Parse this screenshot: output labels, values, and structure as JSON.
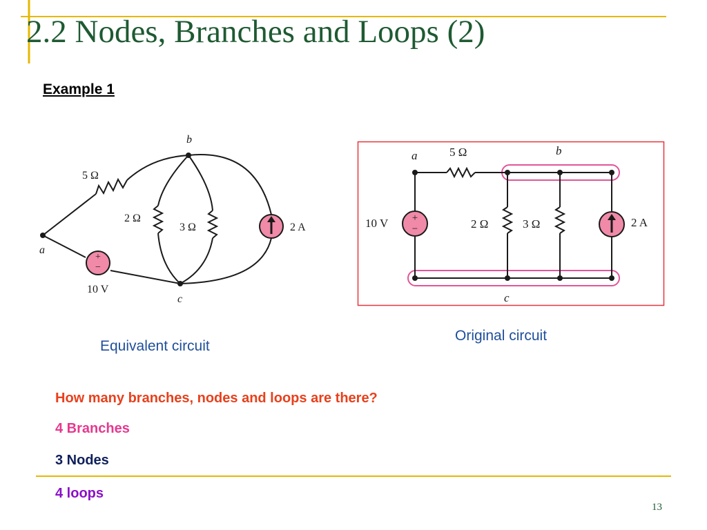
{
  "slide": {
    "title": "2.2 Nodes, Branches and Loops (2)",
    "subtitle": "Example 1",
    "page_number": "13"
  },
  "equivalent_circuit": {
    "caption": "Equivalent circuit",
    "node_a": "a",
    "node_b": "b",
    "node_c": "c",
    "r5": "5 Ω",
    "r2": "2 Ω",
    "r3": "3 Ω",
    "current_source": "2 A",
    "voltage_source": "10 V",
    "plus": "+",
    "minus": "−"
  },
  "original_circuit": {
    "caption": "Original circuit",
    "node_a": "a",
    "node_b": "b",
    "node_c": "c",
    "r5": "5 Ω",
    "r2": "2 Ω",
    "r3": "3 Ω",
    "current_source": "2 A",
    "voltage_source": "10 V",
    "plus": "+",
    "minus": "−"
  },
  "questions": {
    "question": "How many branches, nodes and loops are there?",
    "branches": "4 Branches",
    "nodes": "3 Nodes",
    "loops": "4 loops"
  },
  "colors": {
    "title": "#1e5a32",
    "accent_rule": "#e6b800",
    "question": "#e8401c",
    "branches": "#e6388f",
    "nodes": "#0f1f5c",
    "loops": "#8b10c8",
    "highlight_frame": "#e8343c",
    "node_highlight": "#e0559a"
  }
}
